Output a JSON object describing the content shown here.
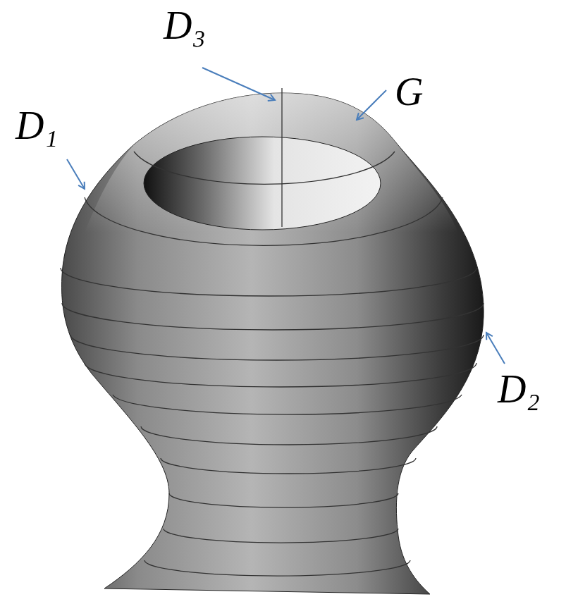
{
  "diagram": {
    "labels": [
      "D₃",
      "G",
      "D₁",
      "D₂"
    ]
  }
}
